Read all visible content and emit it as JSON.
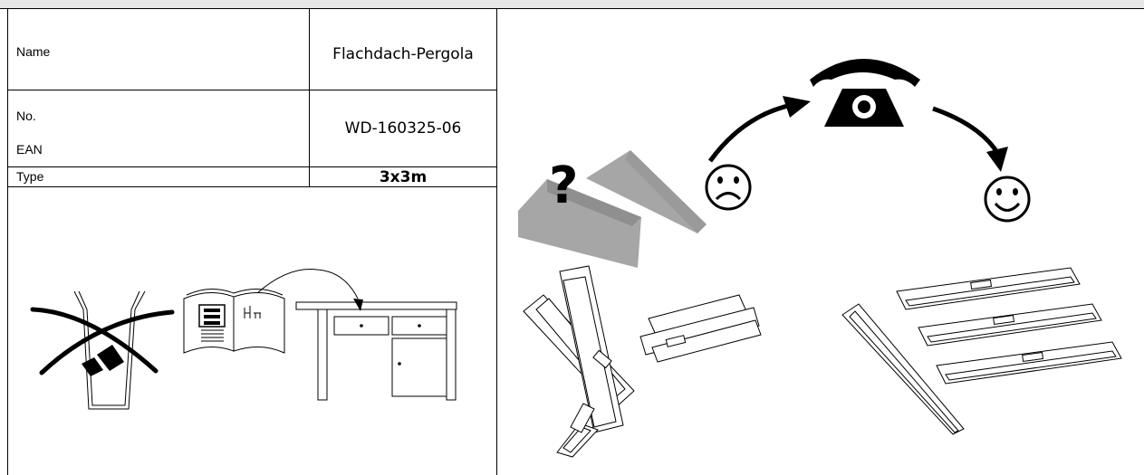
{
  "table": {
    "name_label": "Name",
    "name_value": "Flachdach-Pergola",
    "no_label": "No.",
    "ean_label": "EAN",
    "no_value": "WD-160325-06",
    "type_label": "Type",
    "type_value": "3x3m"
  },
  "icons": {
    "left_panel": [
      "trash-bin-crossed-icon",
      "manual-book-icon",
      "desk-icon"
    ],
    "right_panel": [
      "open-box-question-icon",
      "telephone-icon",
      "sad-face-icon",
      "happy-face-icon",
      "scattered-parts-icon",
      "assembled-parts-icon"
    ]
  },
  "colors": {
    "box_gray": "#a6a6a6",
    "line": "#000000"
  }
}
